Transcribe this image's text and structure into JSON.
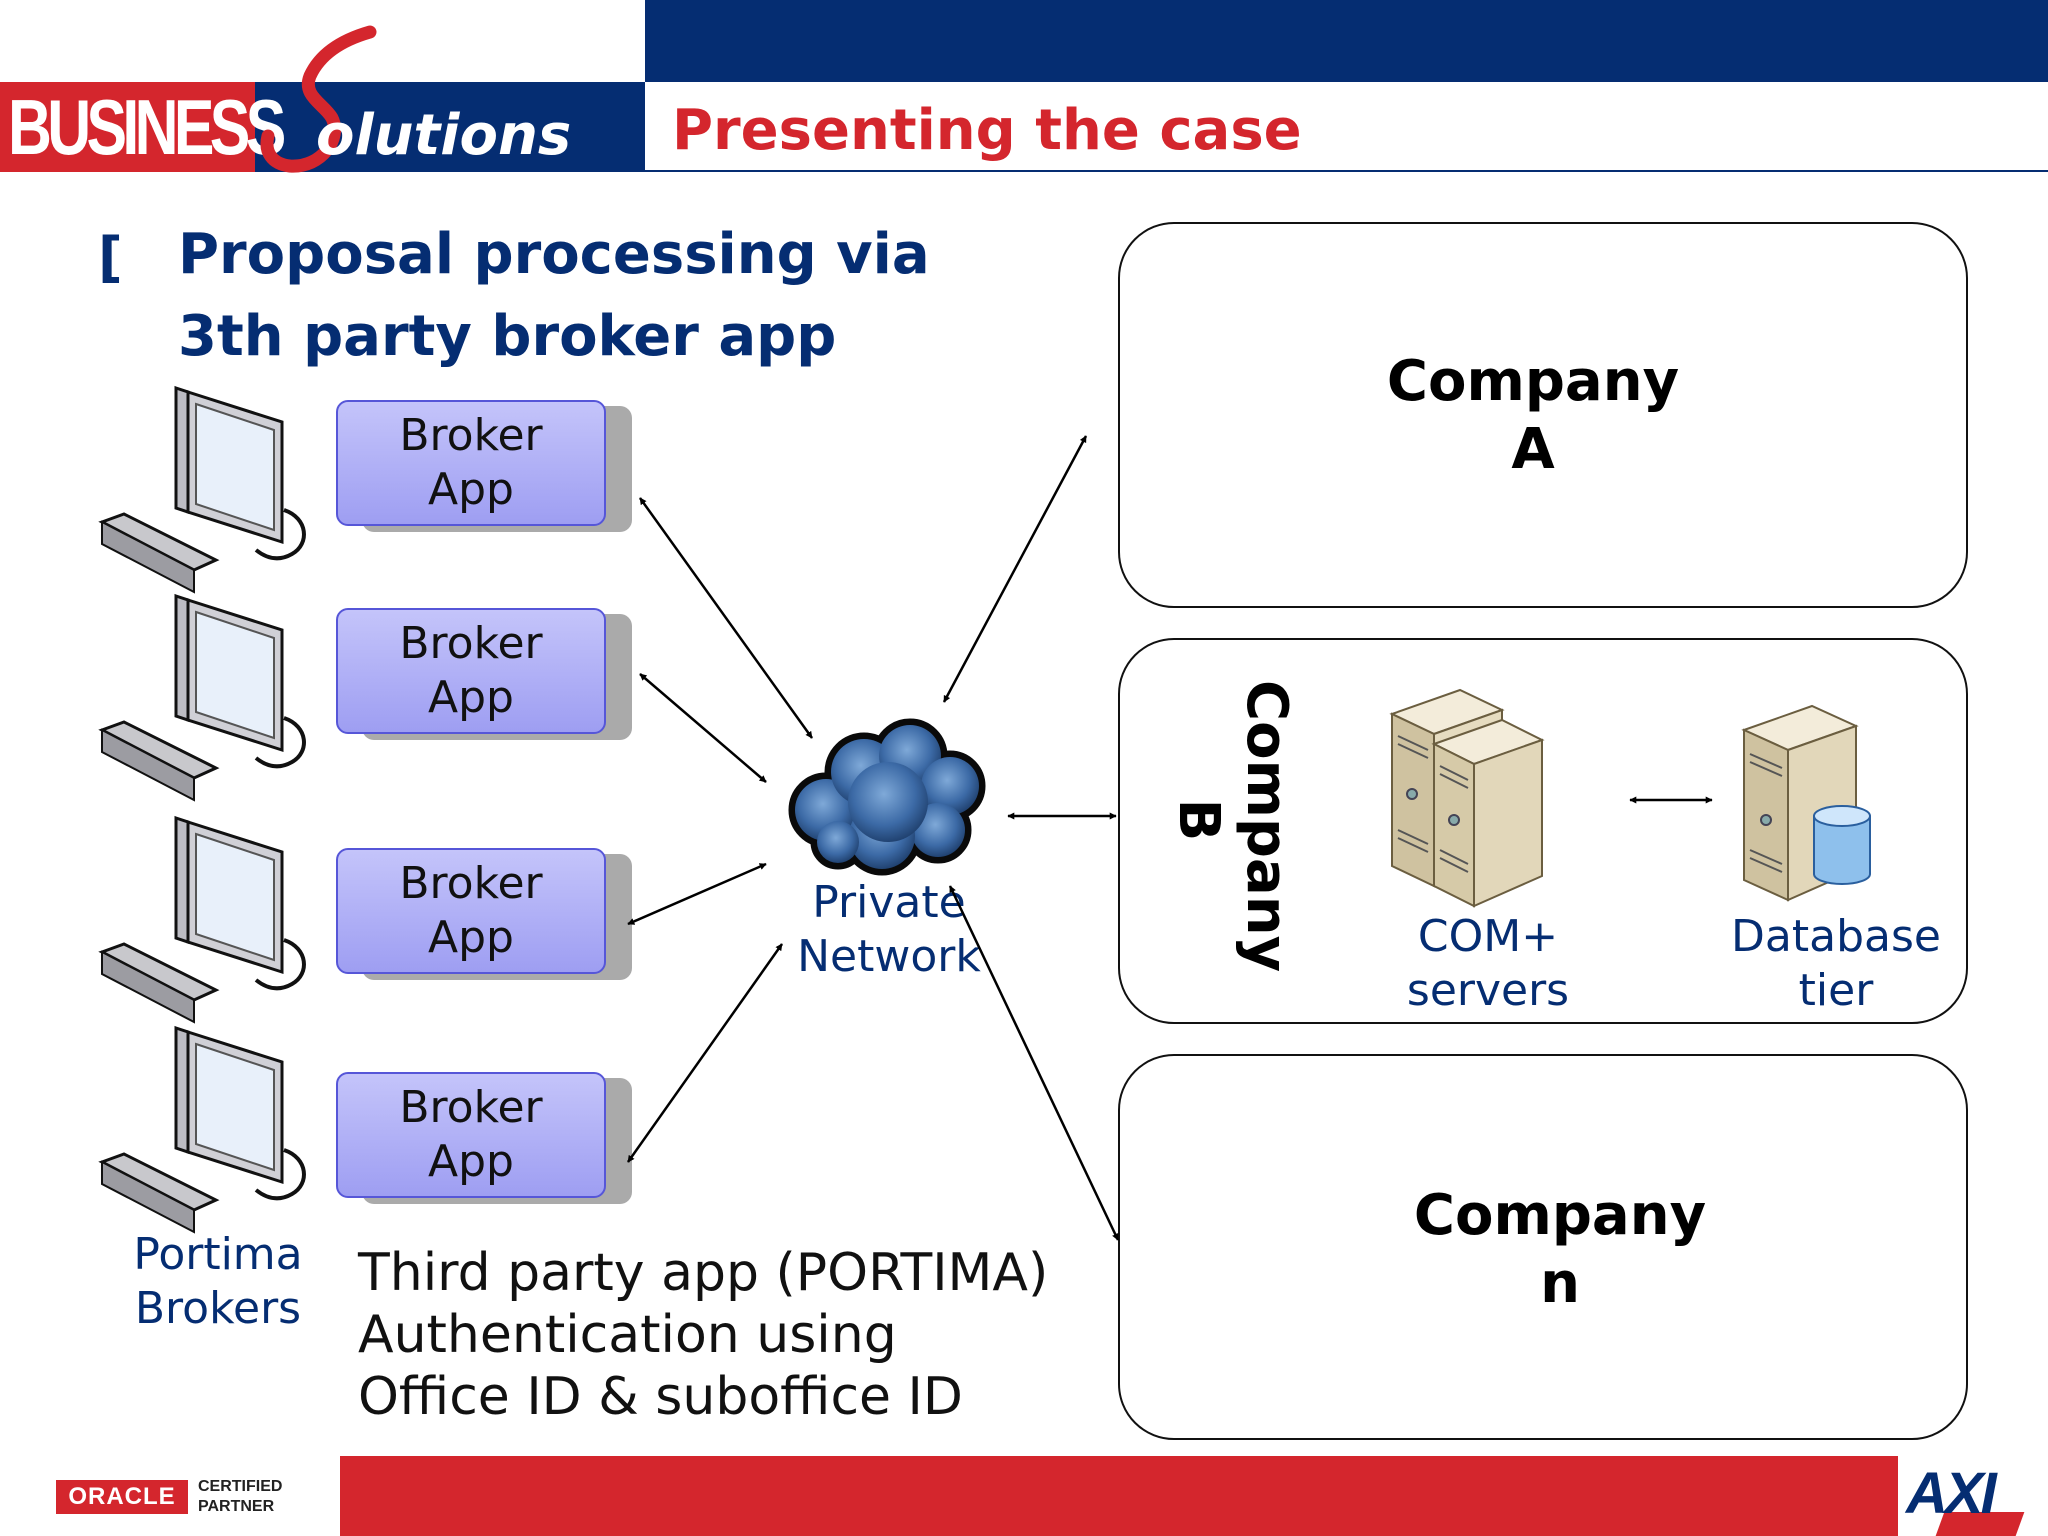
{
  "header": {
    "logo_word1": "BUSINESS",
    "logo_word2": "olutions",
    "title": "Presenting the case"
  },
  "bullet": {
    "marker": "[",
    "line1": "Proposal processing via",
    "line2": "3th party broker app"
  },
  "brokers": [
    {
      "line1": "Broker",
      "line2": "App"
    },
    {
      "line1": "Broker",
      "line2": "App"
    },
    {
      "line1": "Broker",
      "line2": "App"
    },
    {
      "line1": "Broker",
      "line2": "App"
    }
  ],
  "brokers_label": {
    "line1": "Portima",
    "line2": "Brokers"
  },
  "network_label": {
    "line1": "Private",
    "line2": "Network"
  },
  "company_a": {
    "line1": "Company",
    "line2": "A"
  },
  "company_b": {
    "line1": "Company",
    "line2": "B",
    "com_servers": {
      "line1": "COM+",
      "line2": "servers"
    },
    "database": {
      "line1": "Database",
      "line2": "tier"
    }
  },
  "company_n": {
    "line1": "Company",
    "line2": "n"
  },
  "caption": {
    "line1": "Third party app (PORTIMA)",
    "line2": "Authentication using",
    "line3": "Office ID & suboffice ID"
  },
  "footer": {
    "oracle_logo": "ORACLE",
    "oracle_line1": "CERTIFIED",
    "oracle_line2": "PARTNER",
    "axi_logo": "AXI"
  },
  "colors": {
    "navy": "#052d72",
    "red": "#d4262d",
    "broker_box": "#b0b0f6"
  }
}
